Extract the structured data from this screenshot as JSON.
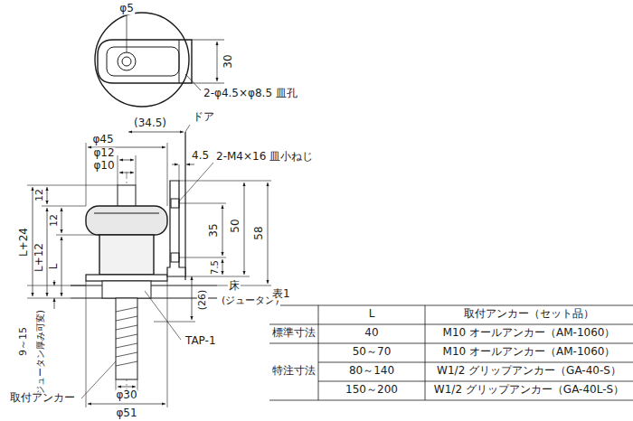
{
  "diagram": {
    "labels": [
      "φ5",
      "30",
      "2-φ4.5×φ8.5 皿孔",
      "(34.5)",
      "ドア",
      "φ45",
      "φ12",
      "φ10",
      "4.5",
      "2-M4×16 皿小ねじ",
      "L+24",
      "12",
      "L+12",
      "12",
      "L",
      "35",
      "50",
      "58",
      "7.5",
      "床",
      "(ジュータン)",
      "(26)",
      "TAP-1",
      "9～15",
      "(ジュータン厚み可変)",
      "φ30",
      "φ51",
      "取付アンカー",
      "表1",
      "L",
      "取付アンカー（セット品）",
      "標準寸法",
      "40",
      "M10 オールアンカー（AM-1060）",
      "特注寸法",
      "50～70",
      "M10 オールアンカー（AM-1060）",
      "80～140",
      "W1/2 グリップアンカー（GA-40-S）",
      "150～200",
      "W1/2 グリップアンカー（GA-40L-S）"
    ]
  }
}
